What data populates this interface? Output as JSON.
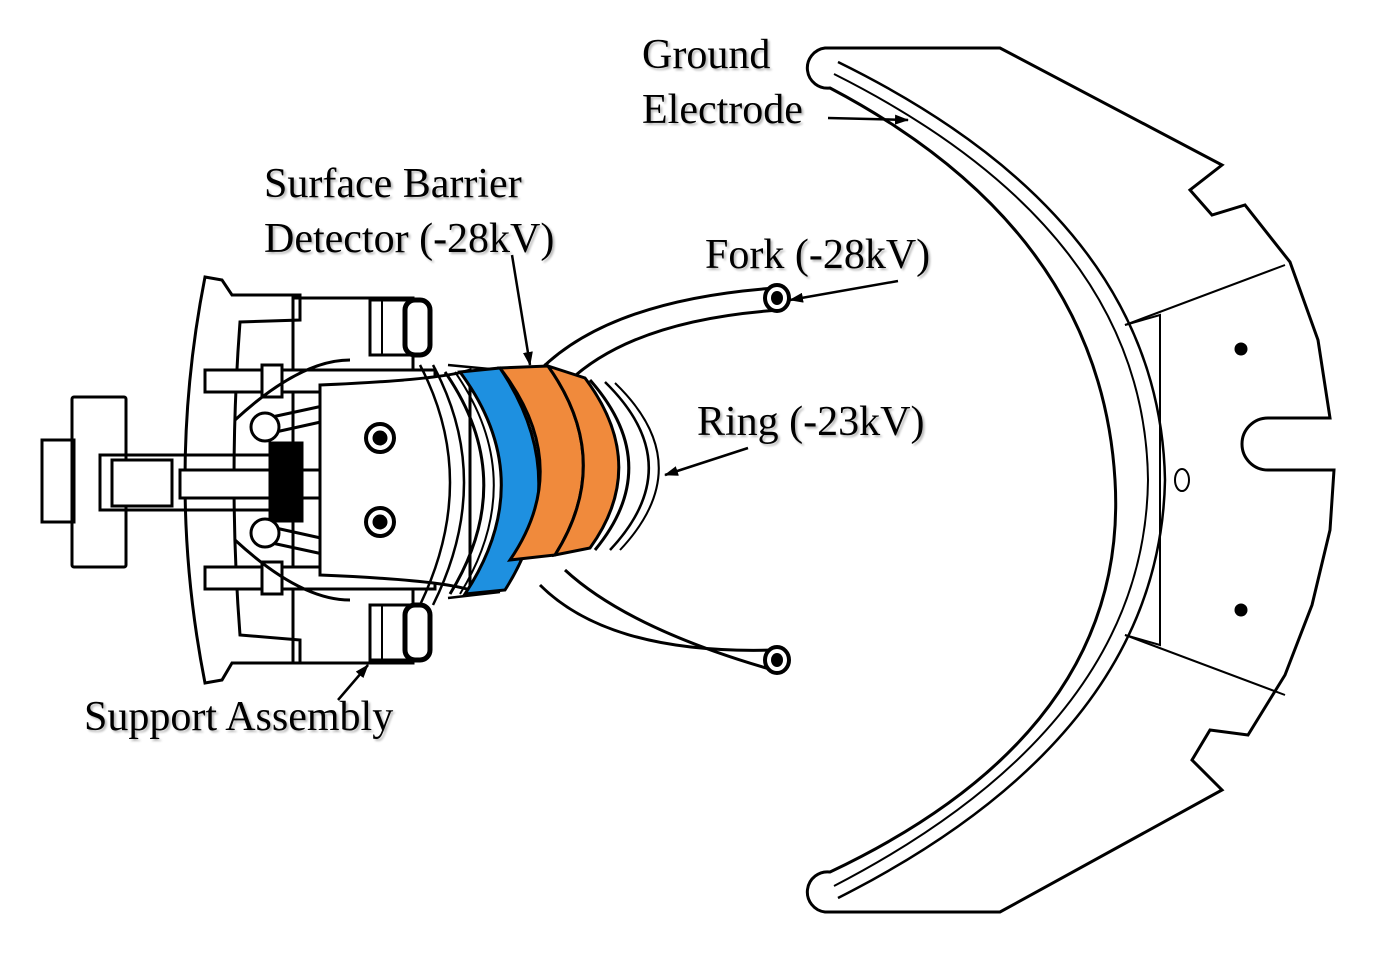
{
  "labels": {
    "ground_electrode_line1": "Ground",
    "ground_electrode_line2": "Electrode",
    "detector_line1": "Surface Barrier",
    "detector_line2": "Detector (-28kV)",
    "fork": "Fork (-28kV)",
    "ring": "Ring (-23kV)",
    "support": "Support Assembly"
  },
  "colors": {
    "line": "#000000",
    "detector_band": "#1e90e0",
    "ring_band": "#f08a3c",
    "background": "#ffffff"
  }
}
